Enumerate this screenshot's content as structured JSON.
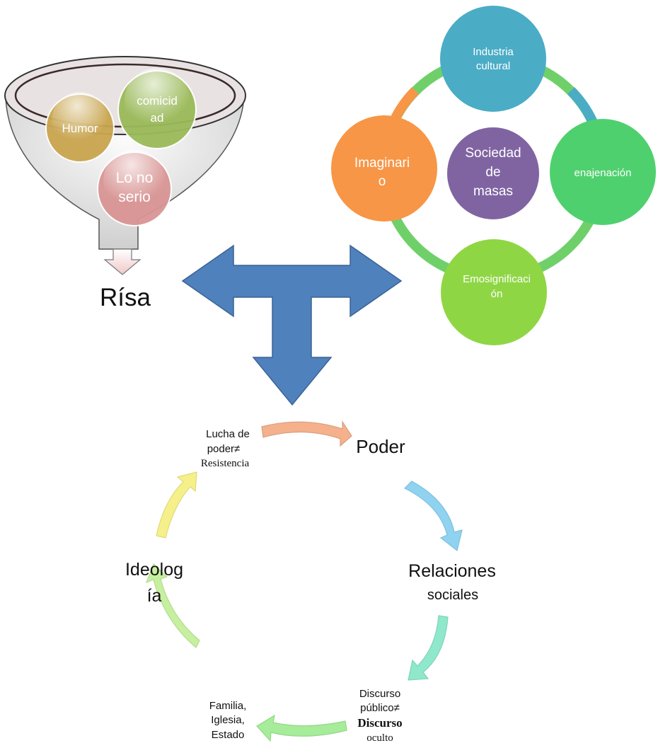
{
  "funnel": {
    "items": [
      {
        "lines": [
          "comicid",
          "ad"
        ],
        "color": "#9bbb59"
      },
      {
        "lines": [
          "Humor"
        ],
        "color": "#c9a54e"
      },
      {
        "lines": [
          "Lo no",
          "serio"
        ],
        "color": "#d99594"
      }
    ],
    "result": "Rísa"
  },
  "cycle_top": {
    "center": {
      "lines": [
        "Sociedad",
        "de",
        "masas"
      ],
      "color": "#8064a2"
    },
    "nodes": [
      {
        "lines": [
          "Industria",
          "cultural"
        ],
        "color": "#4bacc6"
      },
      {
        "lines": [
          "enajenación"
        ],
        "color": "#4fd06e"
      },
      {
        "lines": [
          "Emosignificaci",
          "ón"
        ],
        "color": "#8fd644"
      },
      {
        "lines": [
          "Imaginari",
          "o"
        ],
        "color": "#f79646"
      }
    ]
  },
  "cycle_bottom": {
    "poder": "Poder",
    "relaciones": [
      "Relaciones",
      "sociales"
    ],
    "discurso": [
      "Discurso",
      "público≠",
      "Discurso",
      "oculto"
    ],
    "familia": [
      "Familia,",
      "Iglesia,",
      "Estado"
    ],
    "ideologia": [
      "Ideolog",
      "ía"
    ],
    "lucha": [
      "Lucha de",
      "poder≠",
      "Resistencia"
    ]
  },
  "colors": {
    "big_arrow": "#4f81bd",
    "funnel_fill": "#ececec",
    "arrow_poder": "#f5b08c",
    "arrow_relaciones": "#8fd3f0",
    "arrow_discurso": "#8fe8cc",
    "arrow_familia": "#a6ec9a",
    "arrow_ideologia": "#c6f0a0",
    "arrow_lucha": "#f5f08a"
  }
}
